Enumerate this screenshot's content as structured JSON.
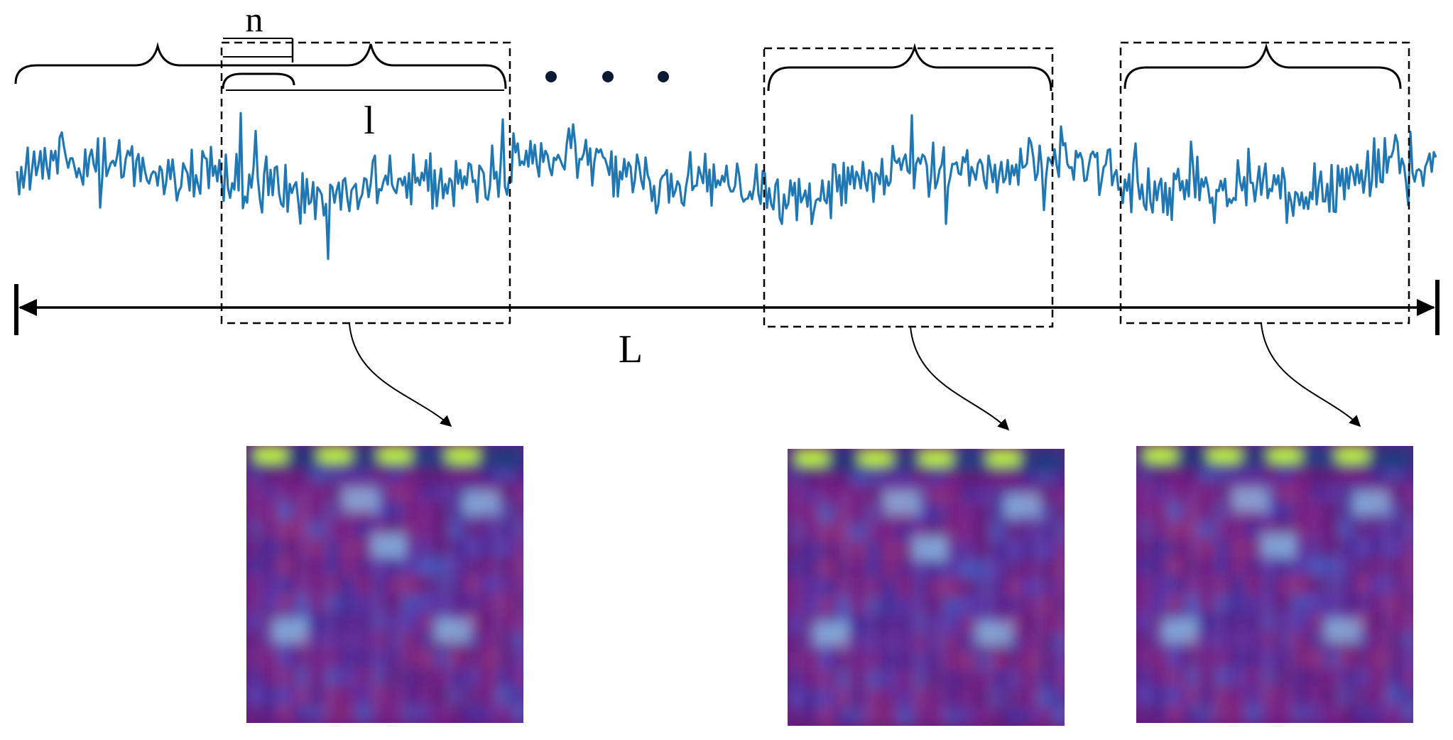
{
  "labels": {
    "segment_shift": "n",
    "segment_length": "l",
    "signal_length": "L",
    "ellipsis_dots": "• • •"
  },
  "colors": {
    "signal": "#1f77b4",
    "outline": "#000000",
    "spectrogram_base": "#6a1a7e",
    "spectrogram_highlight": "#c6ff3c",
    "spectrogram_light": "#8fc4e6"
  },
  "windows": [
    {
      "name": "window-1",
      "spectrogram": "spectrogram-1"
    },
    {
      "name": "window-2",
      "spectrogram": "spectrogram-2"
    },
    {
      "name": "window-3",
      "spectrogram": "spectrogram-3"
    }
  ]
}
